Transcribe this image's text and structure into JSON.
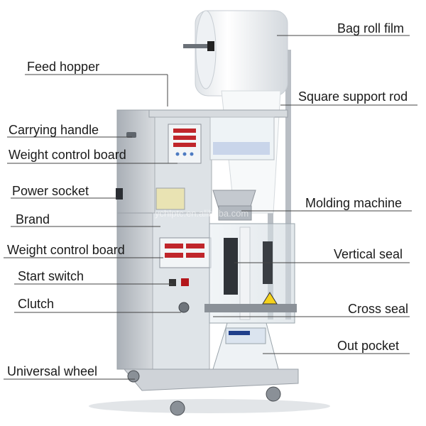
{
  "labels": {
    "bag_roll_film": "Bag roll film",
    "feed_hopper": "Feed hopper",
    "square_support_rod": "Square support rod",
    "carrying_handle": "Carrying handle",
    "weight_control_board_top": "Weight control board",
    "power_socket": "Power socket",
    "molding_machine": "Molding machine",
    "brand": "Brand",
    "weight_control_board_lower": "Weight control board",
    "vertical_seal": "Vertical seal",
    "start_switch": "Start switch",
    "clutch": "Clutch",
    "cross_seal": "Cross seal",
    "out_pocket": "Out pocket",
    "universal_wheel": "Universal wheel"
  },
  "watermark": "ychlptc.en.alibaba.com",
  "colors": {
    "text": "#1a1a1a",
    "leader": "#444444",
    "steel": "#c9cdd2",
    "film": "#f4f6f8",
    "panel": "#e6ecf0",
    "accent": "#1f3e8a"
  }
}
